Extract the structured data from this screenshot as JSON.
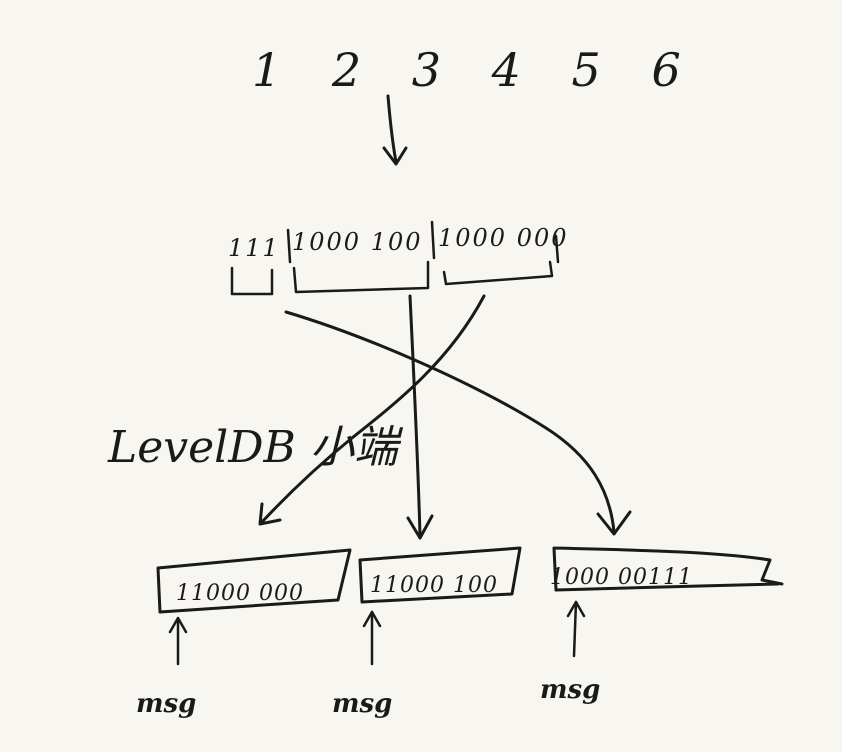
{
  "sequence": "1 2 3 4 5 6",
  "encoded": {
    "group1": "111",
    "group2": "1000 100",
    "group3": "1000 000"
  },
  "label": "LevelDB 小端",
  "boxes": [
    {
      "bits": "11000 000",
      "pointer_label": "msg"
    },
    {
      "bits": "11000 100",
      "pointer_label": "msg"
    },
    {
      "bits": "1000 00111",
      "pointer_label": "msg"
    }
  ],
  "colors": {
    "ink": "#1a1a1a",
    "paper": "#f8f6f1"
  }
}
